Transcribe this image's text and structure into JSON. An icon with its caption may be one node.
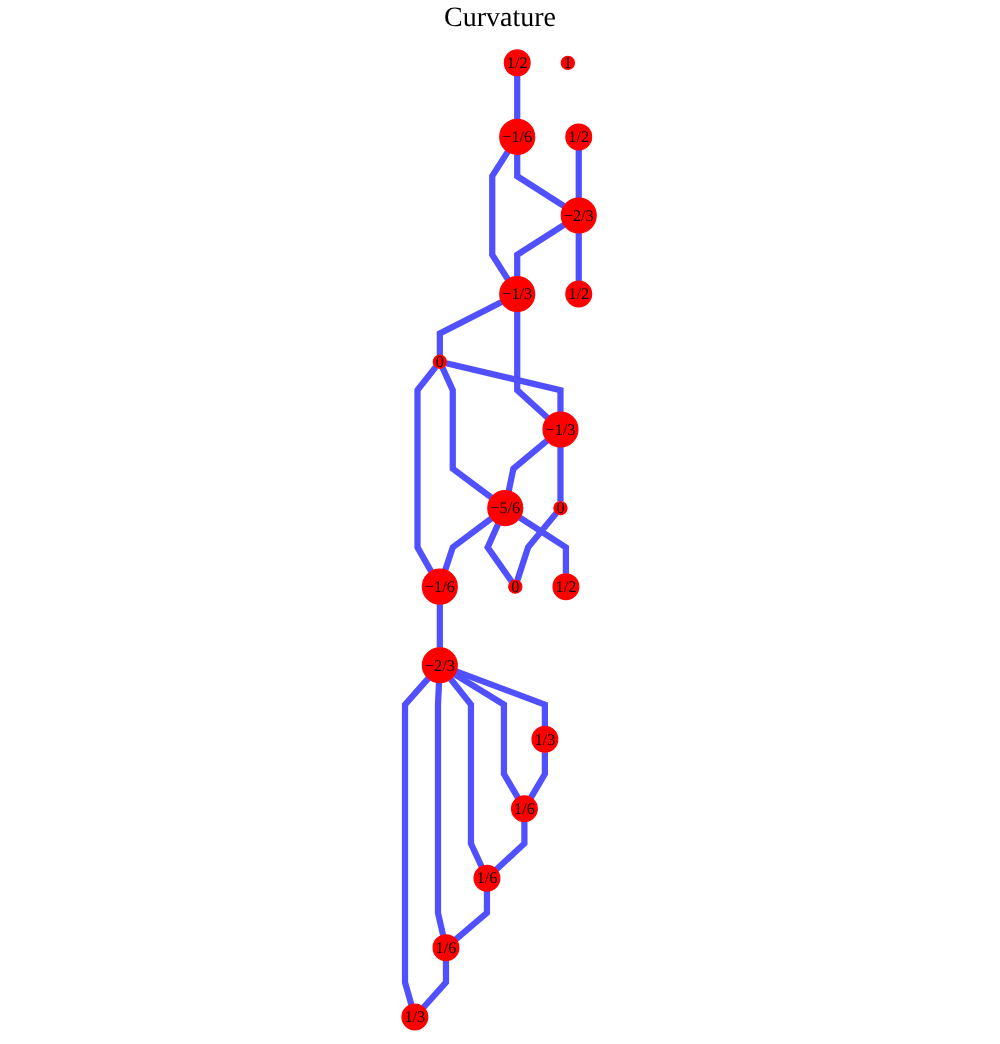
{
  "diagram": {
    "title": "Curvature",
    "nodes": [
      {
        "text": [
          "1/2"
        ]
      },
      {
        "text": [
          "−1/6"
        ]
      },
      {
        "text": [
          "1/2"
        ]
      },
      {
        "text": [
          "−2/3"
        ]
      },
      {
        "text": [
          "−1/3"
        ]
      },
      {
        "text": [
          "1/2"
        ]
      },
      {
        "text": [
          "0"
        ]
      },
      {
        "text": [
          "−1/3"
        ]
      },
      {
        "text": [
          "−5/6"
        ]
      },
      {
        "text": [
          "−1/6"
        ]
      },
      {
        "text": [
          "1/3"
        ]
      },
      {
        "text": [
          "1/6"
        ]
      },
      {
        "text": [
          "1/6"
        ]
      },
      {
        "text": [
          "−2/3"
        ]
      },
      {
        "text": [
          "1/6"
        ]
      },
      {
        "text": [
          "1/3"
        ]
      },
      {
        "text": [
          "0"
        ]
      },
      {
        "text": [
          "0"
        ]
      },
      {
        "text": [
          "1/2"
        ]
      },
      {
        "text": [
          "1"
        ]
      }
    ],
    "edges": [
      {
        "from": 0,
        "to": 1,
        "arrow": "none"
      },
      {
        "from": 1,
        "to": 3,
        "arrow": "none"
      },
      {
        "from": 1,
        "to": 4,
        "arrow": "none"
      },
      {
        "from": 2,
        "to": 3,
        "arrow": "none"
      },
      {
        "from": 3,
        "to": 5,
        "arrow": "none"
      },
      {
        "from": 3,
        "to": 4,
        "arrow": "none"
      },
      {
        "from": 4,
        "to": 6,
        "arrow": "none"
      },
      {
        "from": 4,
        "to": 7,
        "arrow": "none"
      },
      {
        "from": 6,
        "to": 9,
        "arrow": "none"
      },
      {
        "from": 6,
        "to": 7,
        "arrow": "none"
      },
      {
        "from": 6,
        "to": 8,
        "arrow": "none"
      },
      {
        "from": 8,
        "to": 18,
        "arrow": "none"
      },
      {
        "from": 7,
        "to": 8,
        "arrow": "none"
      },
      {
        "from": 8,
        "to": 9,
        "arrow": "none"
      },
      {
        "from": 8,
        "to": 17,
        "arrow": "none"
      },
      {
        "from": 7,
        "to": 16,
        "arrow": "none"
      },
      {
        "from": 16,
        "to": 17,
        "arrow": "none"
      },
      {
        "from": 9,
        "to": 13,
        "arrow": "none"
      },
      {
        "from": 13,
        "to": 10,
        "arrow": "none"
      },
      {
        "from": 13,
        "to": 11,
        "arrow": "none"
      },
      {
        "from": 13,
        "to": 12,
        "arrow": "none"
      },
      {
        "from": 13,
        "to": 14,
        "arrow": "none"
      },
      {
        "from": 13,
        "to": 15,
        "arrow": "none"
      },
      {
        "from": 10,
        "to": 11,
        "arrow": "none"
      },
      {
        "from": 11,
        "to": 12,
        "arrow": "none"
      },
      {
        "from": 12,
        "to": 14,
        "arrow": "none"
      },
      {
        "from": 14,
        "to": 15,
        "arrow": "none"
      }
    ]
  }
}
